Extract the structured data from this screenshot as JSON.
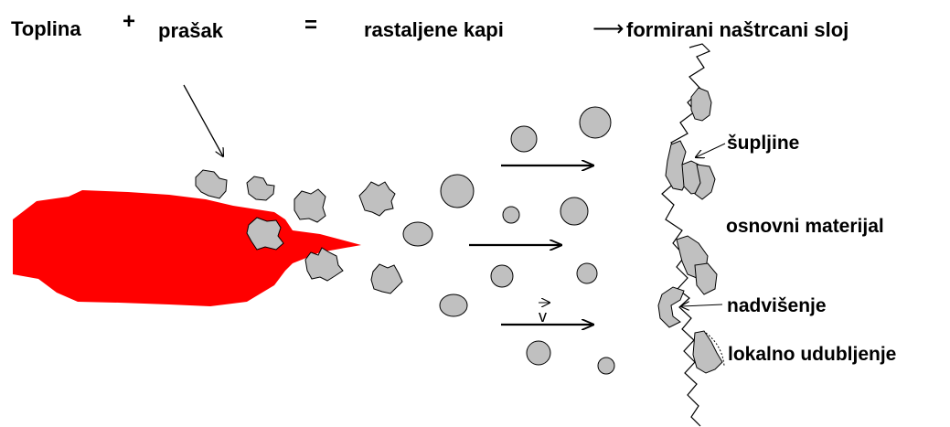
{
  "equation": {
    "heat": "Toplina",
    "plus": "+",
    "powder": "prašak",
    "equals": "=",
    "molten_drops": "rastaljene kapi",
    "arrow": "⟶",
    "coating": "formirani naštrcani sloj"
  },
  "labels": {
    "voids": "šupljine",
    "base_material": "osnovni materijal",
    "overhang": "nadvišenje",
    "local_depression": "lokalno udubljenje",
    "velocity": "v"
  },
  "colors": {
    "flame": "#ff0000",
    "particle_fill": "#c0c0c0",
    "outline": "#000000",
    "background": "#ffffff"
  }
}
